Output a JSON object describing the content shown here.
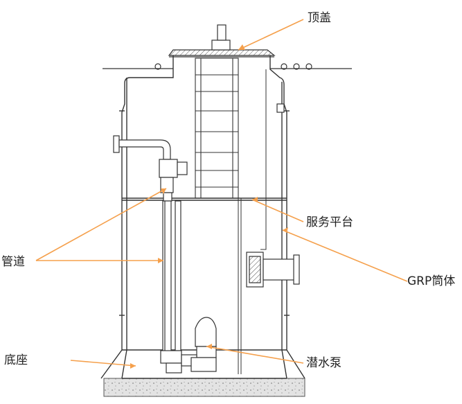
{
  "labels": {
    "cover": "顶盖",
    "platform": "服务平台",
    "grp_shell": "GRP筒体",
    "pipe": "管道",
    "base": "底座",
    "pump": "潜水泵"
  },
  "colors": {
    "leader": "#f5a04c",
    "line": "#333333",
    "concrete": "#d9d9d9"
  }
}
